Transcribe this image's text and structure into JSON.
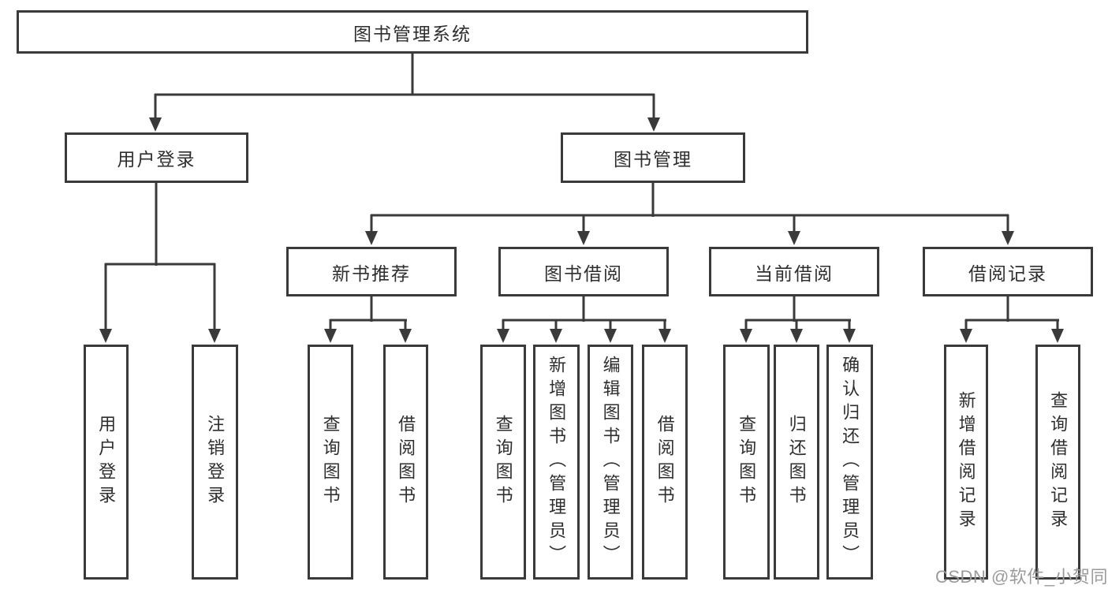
{
  "diagram": {
    "type": "tree",
    "root": {
      "label": "图书管理系统",
      "children": [
        {
          "label": "用户登录",
          "children": [
            {
              "label": "用户登录"
            },
            {
              "label": "注销登录"
            }
          ]
        },
        {
          "label": "图书管理",
          "children": [
            {
              "label": "新书推荐",
              "children": [
                {
                  "label": "查询图书"
                },
                {
                  "label": "借阅图书"
                }
              ]
            },
            {
              "label": "图书借阅",
              "children": [
                {
                  "label": "查询图书"
                },
                {
                  "label": "新增图书（管理员）"
                },
                {
                  "label": "编辑图书（管理员）"
                },
                {
                  "label": "借阅图书"
                }
              ]
            },
            {
              "label": "当前借阅",
              "children": [
                {
                  "label": "查询图书"
                },
                {
                  "label": "归还图书"
                },
                {
                  "label": "确认归还（管理员）"
                }
              ]
            },
            {
              "label": "借阅记录",
              "children": [
                {
                  "label": "新增借阅记录"
                },
                {
                  "label": "查询借阅记录"
                }
              ]
            }
          ]
        }
      ]
    },
    "colors": {
      "line": "#3a3a3a",
      "text": "#2e2e2e",
      "watermark_gray": "#9b9b9b",
      "background": "#ffffff"
    }
  },
  "watermark": {
    "text": "CSDN @软件_小贺同学"
  }
}
